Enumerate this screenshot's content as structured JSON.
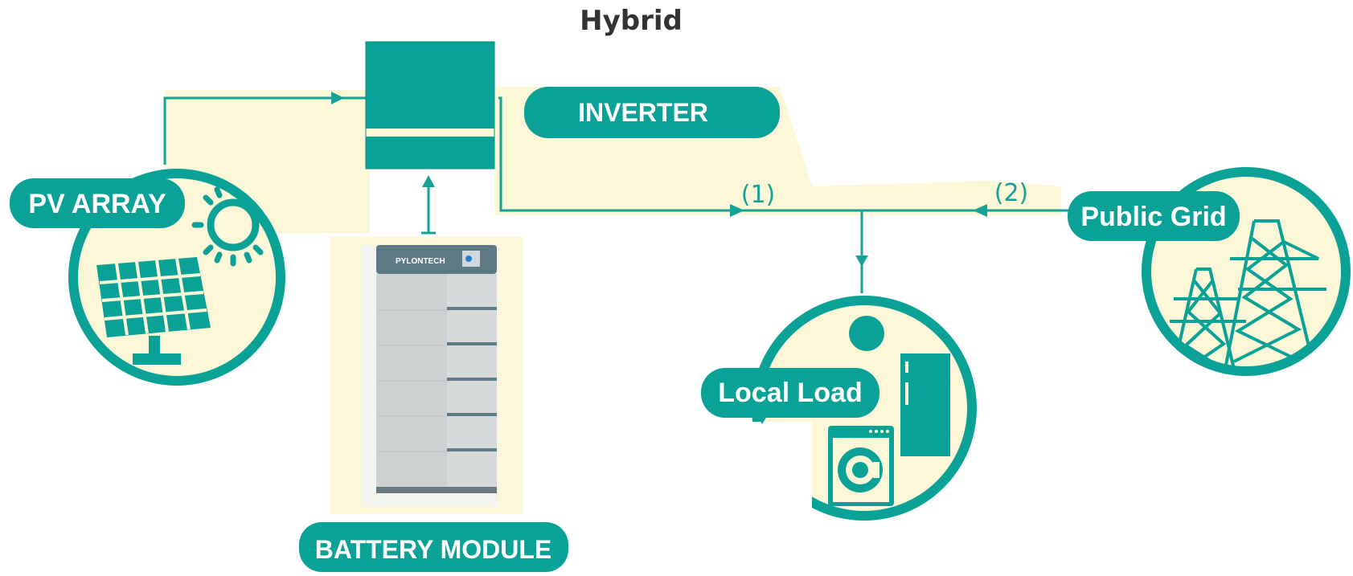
{
  "title": "Hybrid",
  "colors": {
    "teal": "#0aa297",
    "cream": "#fcf7d6",
    "title": "#333333",
    "battery": "#d9dcdc",
    "battery_top": "#5e7a84"
  },
  "nodes": {
    "pv_array": {
      "label": "PV ARRAY",
      "icon": "solar-panel-sun-icon"
    },
    "inverter": {
      "label": "INVERTER",
      "icon": "inverter-icon"
    },
    "battery_module": {
      "label": "BATTERY MODULE",
      "icon": "battery-module-icon",
      "brand": "PYLONTECH"
    },
    "public_grid": {
      "label": "Public Grid",
      "icon": "power-tower-icon"
    },
    "local_load": {
      "label": "Local Load",
      "icon": "appliances-icon"
    }
  },
  "flows": {
    "inverter_to_load": "(1)",
    "grid_to_load": "(2)"
  }
}
